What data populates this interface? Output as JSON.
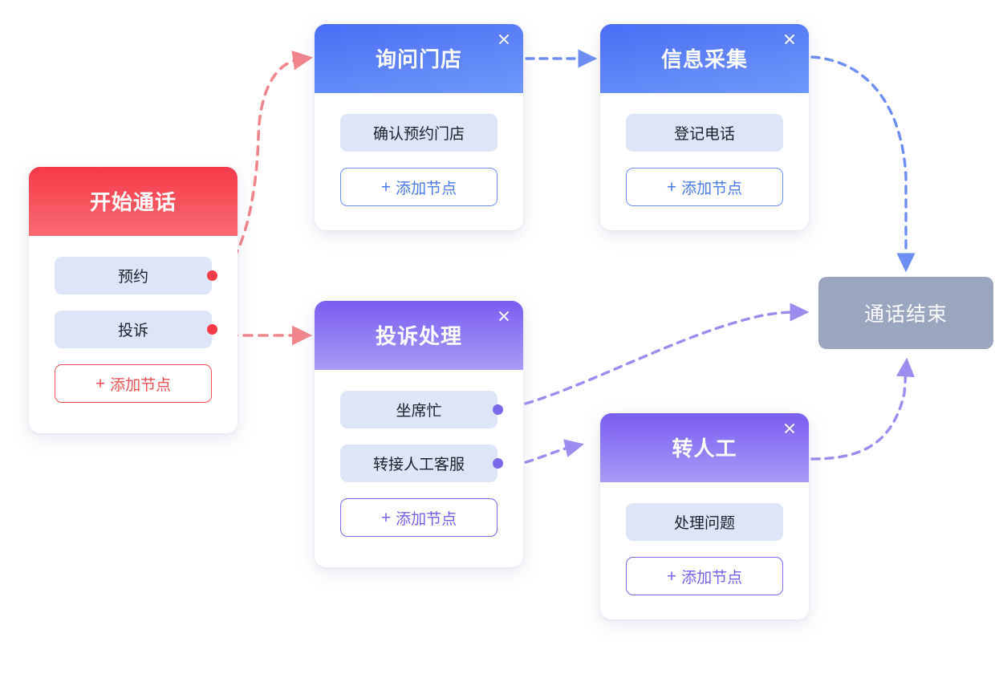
{
  "canvas": {
    "background": "#ffffff"
  },
  "theme": {
    "red": "#f5394a",
    "blue": "#4a6df5",
    "purple": "#7a5df2",
    "chip_bg": "#dde6f8",
    "end_bg": "#9aa5bf"
  },
  "nodes": {
    "start": {
      "title": "开始通话",
      "theme": "red",
      "has_close": false,
      "items": [
        {
          "label": "预约"
        },
        {
          "label": "投诉"
        }
      ],
      "add_label": "添加节点",
      "plus": "+"
    },
    "ask_store": {
      "title": "询问门店",
      "theme": "blue",
      "has_close": true,
      "close_icon": "close-icon",
      "items": [
        {
          "label": "确认预约门店"
        }
      ],
      "add_label": "添加节点",
      "plus": "+"
    },
    "collect": {
      "title": "信息采集",
      "theme": "blue",
      "has_close": true,
      "close_icon": "close-icon",
      "items": [
        {
          "label": "登记电话"
        }
      ],
      "add_label": "添加节点",
      "plus": "+"
    },
    "complaint": {
      "title": "投诉处理",
      "theme": "purple",
      "has_close": true,
      "close_icon": "close-icon",
      "items": [
        {
          "label": "坐席忙"
        },
        {
          "label": "转接人工客服"
        }
      ],
      "add_label": "添加节点",
      "plus": "+"
    },
    "transfer": {
      "title": "转人工",
      "theme": "purple",
      "has_close": true,
      "close_icon": "close-icon",
      "items": [
        {
          "label": "处理问题"
        }
      ],
      "add_label": "添加节点",
      "plus": "+"
    },
    "end": {
      "title": "通话结束",
      "theme": "gray"
    }
  },
  "edges": [
    {
      "id": "edge-start-reserve-to-ask-store",
      "from": "start.预约",
      "to": "ask_store",
      "color": "#f2858c",
      "style": "dashed"
    },
    {
      "id": "edge-start-complaint-to-complaint",
      "from": "start.投诉",
      "to": "complaint",
      "color": "#f2858c",
      "style": "dashed"
    },
    {
      "id": "edge-ask-store-to-collect",
      "from": "ask_store",
      "to": "collect",
      "color": "#6b8ef5",
      "style": "dashed"
    },
    {
      "id": "edge-collect-to-end",
      "from": "collect",
      "to": "end",
      "color": "#6b8ef5",
      "style": "dashed"
    },
    {
      "id": "edge-seat-busy-to-end",
      "from": "complaint.坐席忙",
      "to": "end",
      "color": "#9b8cf0",
      "style": "dashed"
    },
    {
      "id": "edge-transfer-agent-to-transfer",
      "from": "complaint.转接人工客服",
      "to": "transfer",
      "color": "#9b8cf0",
      "style": "dashed"
    },
    {
      "id": "edge-transfer-to-end",
      "from": "transfer",
      "to": "end",
      "color": "#9b8cf0",
      "style": "dashed"
    }
  ]
}
